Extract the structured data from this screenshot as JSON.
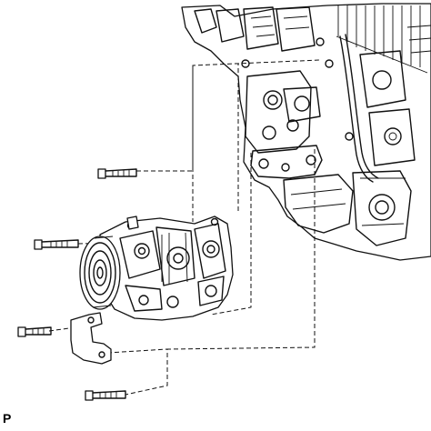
{
  "figure": {
    "corner_label": "P",
    "parts": {
      "engine_block": "engine-block",
      "compressor": "ac-compressor",
      "bracket": "compressor-bracket",
      "bolts": [
        "bolt",
        "bolt",
        "bolt",
        "bolt"
      ],
      "guide_lines": "dashed-installation-guides"
    }
  }
}
